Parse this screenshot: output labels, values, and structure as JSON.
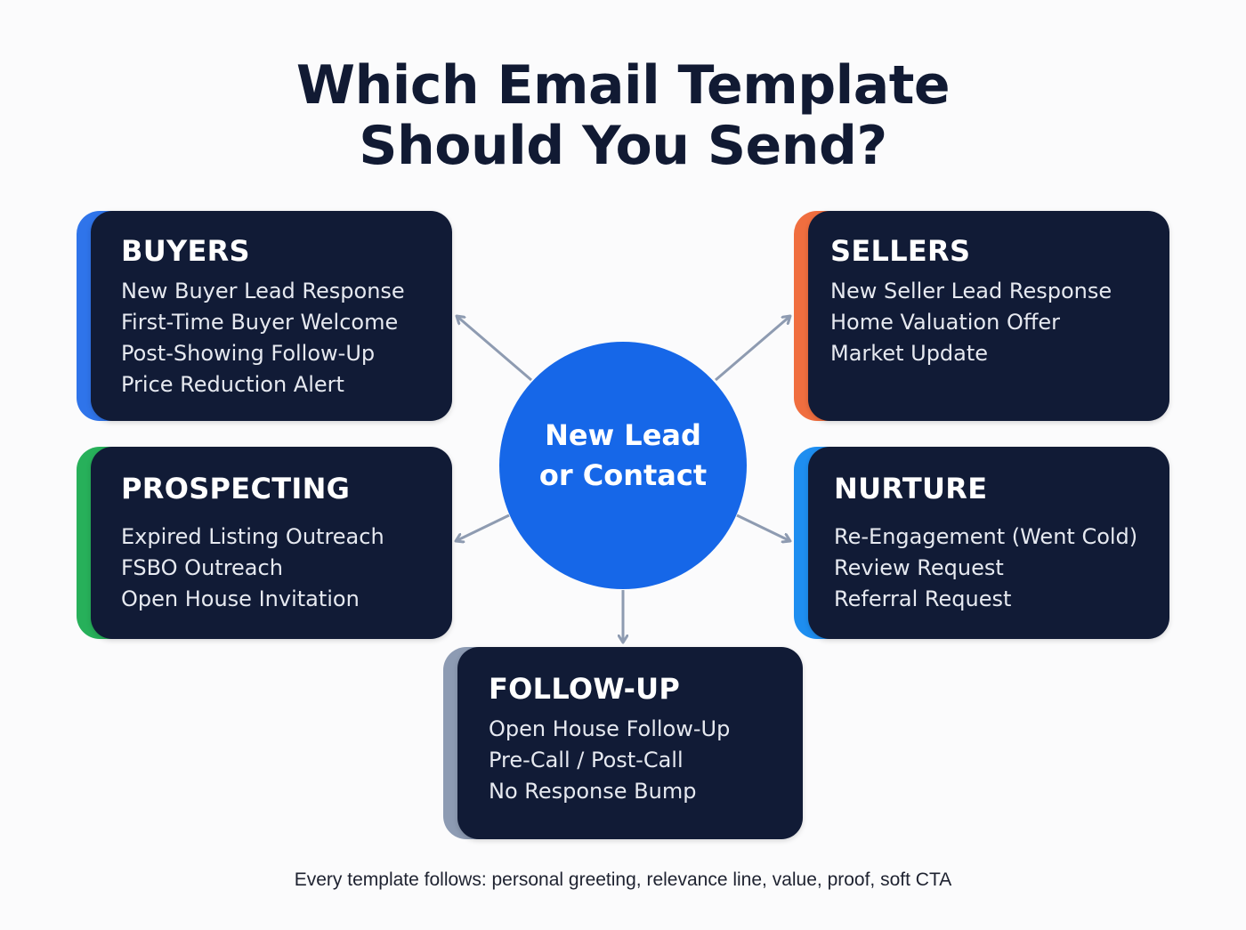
{
  "title": {
    "line1": "Which Email Template",
    "line2": "Should You Send?"
  },
  "hub": {
    "line1": "New Lead",
    "line2": "or Contact",
    "color": "#1667e8"
  },
  "categories": [
    {
      "id": "buyers",
      "heading": "BUYERS",
      "accent": "#2f74ea",
      "items": [
        "New Buyer Lead Response",
        "First-Time Buyer Welcome",
        "Post-Showing Follow-Up",
        "Price Reduction Alert"
      ]
    },
    {
      "id": "sellers",
      "heading": "SELLERS",
      "accent": "#f06e3f",
      "items": [
        "New Seller Lead Response",
        "Home Valuation Offer",
        "Market Update"
      ]
    },
    {
      "id": "prospecting",
      "heading": "PROSPECTING",
      "accent": "#27b05a",
      "items": [
        "Expired Listing Outreach",
        "FSBO Outreach",
        "Open House Invitation"
      ]
    },
    {
      "id": "nurture",
      "heading": "NURTURE",
      "accent": "#1e8ef0",
      "items": [
        "Re-Engagement (Went Cold)",
        "Review Request",
        "Referral Request"
      ]
    },
    {
      "id": "follow-up",
      "heading": "FOLLOW-UP",
      "accent": "#8d9bb3",
      "items": [
        "Open House Follow-Up",
        "Pre-Call / Post-Call",
        "No Response Bump"
      ]
    }
  ],
  "footer": {
    "text": "Every template follows: personal greeting, relevance line, value, proof, soft CTA"
  }
}
